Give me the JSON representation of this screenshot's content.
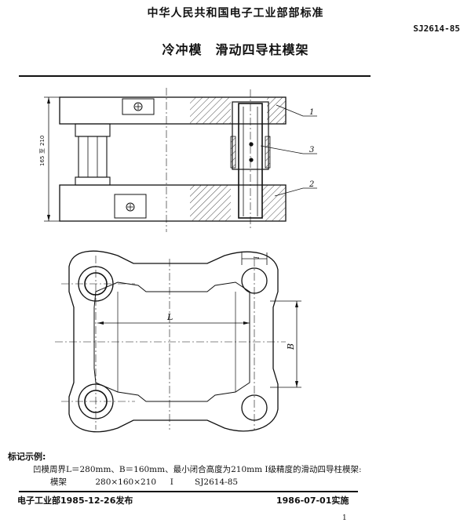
{
  "header": {
    "title": "中华人民共和国电子工业部部标准",
    "standard_code": "SJ2614-85"
  },
  "document_title": "冷冲模　滑动四导柱模架",
  "drawing": {
    "callouts": [
      "1",
      "2",
      "3"
    ],
    "dimension_labels": {
      "L": "L",
      "B": "B",
      "small_l": "l"
    },
    "height_labels": [
      "165",
      "至",
      "210"
    ]
  },
  "example": {
    "label": "标记示例:",
    "line1": "凹模周界L＝280mm、B＝160mm、最小闭合高度为210mm Ⅰ级精度的滑动四导柱模架:",
    "line2": {
      "name": "模架",
      "spec": "280×160×210",
      "grade": "Ⅰ",
      "code": "SJ2614-85"
    }
  },
  "footer": {
    "issued": "电子工业部1985-12-26发布",
    "effective": "1986-07-01实施",
    "page": "1"
  }
}
